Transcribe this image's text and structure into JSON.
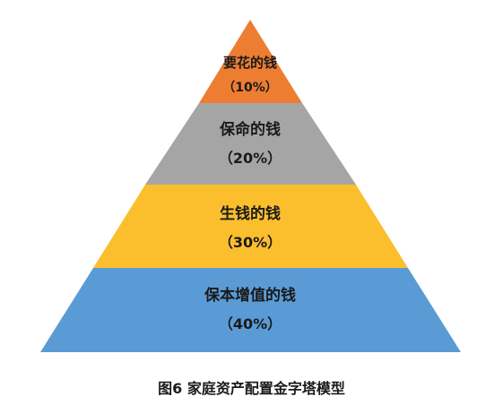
{
  "pyramid": {
    "tiers": [
      {
        "label": "要花的钱",
        "percent": "（10%）",
        "color": "#ed7d31"
      },
      {
        "label": "保命的钱",
        "percent": "（20%）",
        "color": "#a5a5a5"
      },
      {
        "label": "生钱的钱",
        "percent": "（30%）",
        "color": "#fbbf2e"
      },
      {
        "label": "保本增值的钱",
        "percent": "（40%）",
        "color": "#5b9bd5"
      }
    ]
  },
  "caption": "图6  家庭资产配置金字塔模型"
}
